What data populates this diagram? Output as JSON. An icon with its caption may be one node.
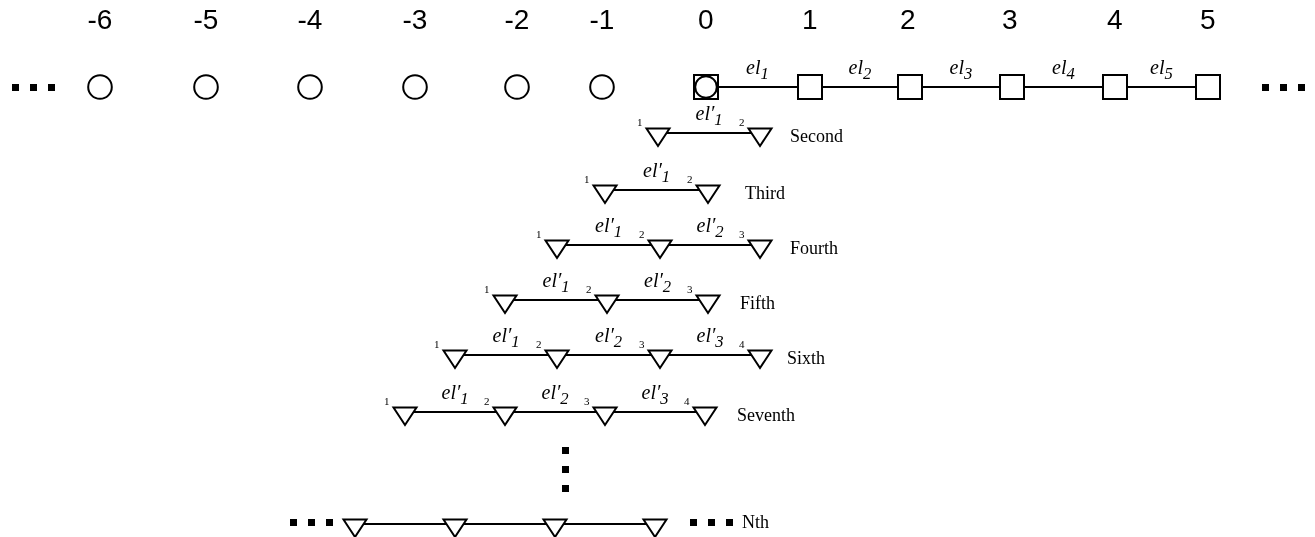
{
  "diagram": {
    "nodes": [
      {
        "text": [],
        "shape": "circle"
      },
      {
        "text": [],
        "shape": "circle"
      },
      {
        "text": [],
        "shape": "circle"
      },
      {
        "text": [],
        "shape": "circle"
      },
      {
        "text": [],
        "shape": "circle"
      },
      {
        "text": [],
        "shape": "circle"
      },
      {
        "text": [],
        "shape": "box"
      },
      {
        "text": [],
        "shape": "circle",
        "in": 6
      },
      {
        "text": [],
        "shape": "box"
      },
      {
        "text": [],
        "shape": "box"
      },
      {
        "text": [],
        "shape": "box"
      },
      {
        "text": [],
        "shape": "box"
      },
      {
        "text": [],
        "shape": "box"
      },
      {
        "text": [],
        "shape": "triangle",
        "beside": [
          "1"
        ]
      },
      {
        "text": [],
        "shape": "triangle",
        "beside": [
          "2"
        ]
      },
      {
        "text": [],
        "shape": "triangle",
        "beside": [
          "1"
        ]
      },
      {
        "text": [],
        "shape": "triangle",
        "beside": [
          "2"
        ]
      },
      {
        "text": [],
        "shape": "triangle",
        "beside": [
          "1"
        ]
      },
      {
        "text": [],
        "shape": "triangle",
        "beside": [
          "2"
        ]
      },
      {
        "text": [],
        "shape": "triangle",
        "beside": [
          "3"
        ]
      },
      {
        "text": [],
        "shape": "triangle",
        "beside": [
          "1"
        ]
      },
      {
        "text": [],
        "shape": "triangle",
        "beside": [
          "2"
        ]
      },
      {
        "text": [],
        "shape": "triangle",
        "beside": [
          "3"
        ]
      },
      {
        "text": [],
        "shape": "triangle",
        "beside": [
          "1"
        ]
      },
      {
        "text": [],
        "shape": "triangle",
        "beside": [
          "2"
        ]
      },
      {
        "text": [],
        "shape": "triangle",
        "beside": [
          "3"
        ]
      },
      {
        "text": [],
        "shape": "triangle",
        "beside": [
          "4"
        ]
      },
      {
        "text": [],
        "shape": "triangle",
        "beside": [
          "1"
        ]
      },
      {
        "text": [],
        "shape": "triangle",
        "beside": [
          "2"
        ]
      },
      {
        "text": [],
        "shape": "triangle",
        "beside": [
          "3"
        ]
      },
      {
        "text": [],
        "shape": "triangle",
        "beside": [
          "4"
        ]
      },
      {
        "text": [],
        "shape": "triangle"
      },
      {
        "text": [],
        "shape": "triangle"
      },
      {
        "text": [],
        "shape": "triangle"
      },
      {
        "text": [],
        "shape": "triangle"
      }
    ],
    "edges": [
      {
        "from": 7,
        "to": 8,
        "arrow": "none",
        "label": "el$_{1}$"
      },
      {
        "from": 8,
        "to": 9,
        "arrow": "none",
        "label": "el$_{2}$"
      },
      {
        "from": 9,
        "to": 10,
        "arrow": "none",
        "label": "el$_{3}$"
      },
      {
        "from": 10,
        "to": 11,
        "arrow": "none",
        "label": "el$_{4}$"
      },
      {
        "from": 11,
        "to": 12,
        "arrow": "none",
        "label": "el$_{5}$"
      },
      {
        "from": 13,
        "to": 14,
        "arrow": "none",
        "label": "el′$_{1}$"
      },
      {
        "from": 15,
        "to": 16,
        "arrow": "none",
        "label": "el′$_{1}$"
      },
      {
        "from": 17,
        "to": 18,
        "arrow": "none",
        "label": "el′$_{1}$"
      },
      {
        "from": 18,
        "to": 19,
        "arrow": "none",
        "label": "el′$_{2}$"
      },
      {
        "from": 20,
        "to": 21,
        "arrow": "none",
        "label": "el′$_{1}$"
      },
      {
        "from": 21,
        "to": 22,
        "arrow": "none",
        "label": "el′$_{2}$"
      },
      {
        "from": 23,
        "to": 24,
        "arrow": "none",
        "label": "el′$_{1}$"
      },
      {
        "from": 24,
        "to": 25,
        "arrow": "none",
        "label": "el′$_{2}$"
      },
      {
        "from": 25,
        "to": 26,
        "arrow": "none",
        "label": "el′$_{3}$"
      },
      {
        "from": 27,
        "to": 28,
        "arrow": "none",
        "label": "el′$_{1}$"
      },
      {
        "from": 28,
        "to": 29,
        "arrow": "none",
        "label": "el′$_{2}$"
      },
      {
        "from": 29,
        "to": 30,
        "arrow": "none",
        "label": "el′$_{3}$"
      },
      {
        "from": 31,
        "to": 32,
        "arrow": "none"
      },
      {
        "from": 32,
        "to": 33,
        "arrow": "none"
      },
      {
        "from": 33,
        "to": 34,
        "arrow": "none"
      }
    ],
    "labels": [
      "-6",
      "-5",
      "-4",
      "-3",
      "-2",
      "-1",
      "0",
      "1",
      "2",
      "3",
      "4",
      "5",
      "Second",
      "Third",
      "Fourth",
      "Fifth",
      "Sixth",
      "Seventh",
      "Nth"
    ]
  }
}
